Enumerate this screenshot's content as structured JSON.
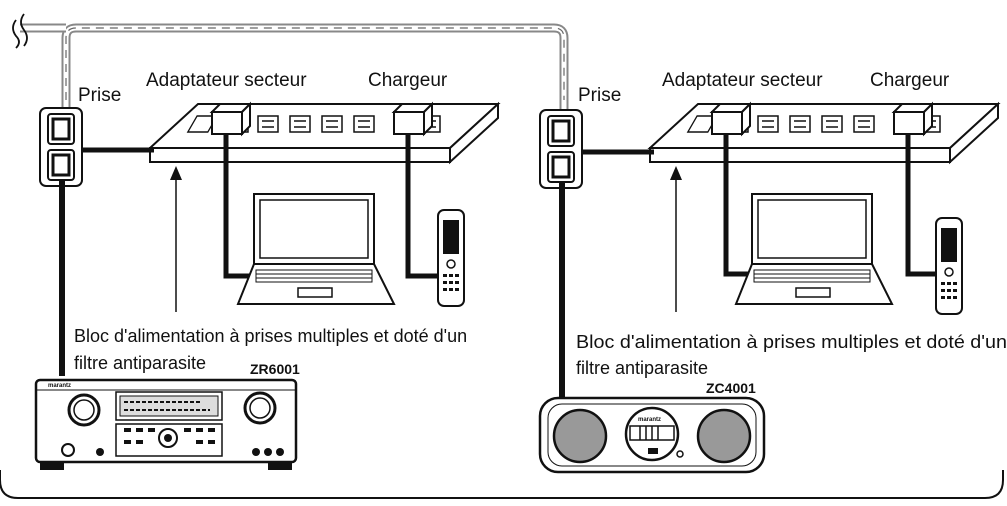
{
  "labels": {
    "outlet": "Prise",
    "adapter": "Adaptateur secteur",
    "charger": "Chargeur",
    "power_strip_line1": "Bloc d'alimentation à prises multiples et doté d'un",
    "power_strip_line2": "filtre antiparasite"
  },
  "devices": {
    "left_model": "ZR6001",
    "right_model": "ZC4001",
    "brand": "marantz"
  }
}
